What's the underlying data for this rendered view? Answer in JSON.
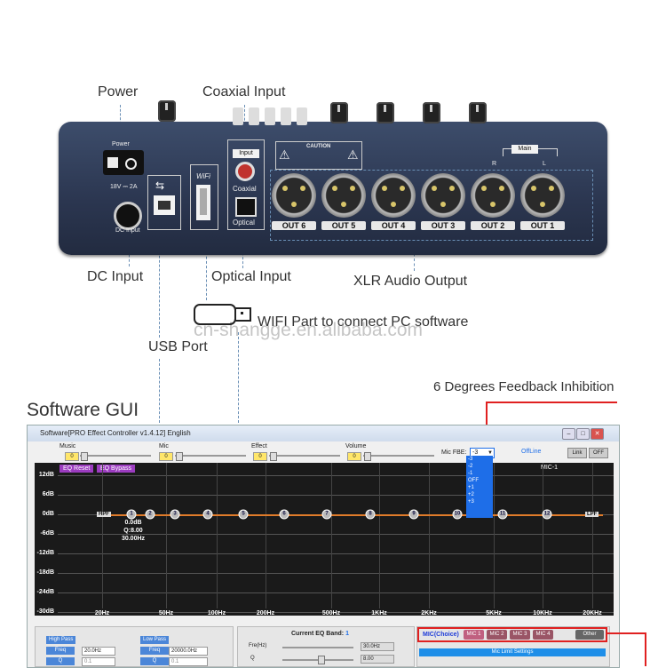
{
  "callouts": {
    "power": "Power",
    "coaxial_input": "Coaxial Input",
    "dc_input": "DC Input",
    "optical_input": "Optical Input",
    "xlr_output": "XLR Audio Output",
    "wifi_note": "WIFI Part to connect PC software",
    "usb_port": "USB Port",
    "watermark": "cn-shangge.en.alibaba.com",
    "feedback": "6 Degrees Feedback Inhibition",
    "software_gui": "Software GUI"
  },
  "panel": {
    "power": "Power",
    "dc_rating": "18V ⎓ 2A",
    "dc_input": "DC Input",
    "wifi": "WiFi",
    "input": "Input",
    "coaxial": "Coaxial",
    "optical": "Optical",
    "caution": "CAUTION",
    "main": "Main",
    "r": "R",
    "l": "L",
    "outputs": [
      "OUT 6",
      "OUT 5",
      "OUT 4",
      "OUT 3",
      "OUT 2",
      "OUT 1"
    ]
  },
  "software": {
    "title": "Software[PRO Effect Controller v1.4.12] English",
    "sliders": [
      {
        "label": "Music",
        "value": "0"
      },
      {
        "label": "Mic",
        "value": "0"
      },
      {
        "label": "Effect",
        "value": "0"
      },
      {
        "label": "Volume",
        "value": "0"
      }
    ],
    "mic_fbe_label": "Mic FBE:",
    "mic_fbe_value": "-3",
    "offline": "OffLine",
    "link": "Link",
    "off": "OFF",
    "eq_reset": "EQ Reset",
    "eq_bypass": "EQ Bypass",
    "channel": "MIC-1",
    "y_labels": [
      "12dB",
      "6dB",
      "0dB",
      "-6dB",
      "-12dB",
      "-18dB",
      "-24dB",
      "-30dB"
    ],
    "x_labels": [
      "20Hz",
      "50Hz",
      "100Hz",
      "200Hz",
      "500Hz",
      "1KHz",
      "2KHz",
      "5KHz",
      "10KHz",
      "20KHz"
    ],
    "hpf": "HPF",
    "lpf": "LPF",
    "band_numbers": [
      "1",
      "2",
      "3",
      "4",
      "5",
      "6",
      "7",
      "8",
      "9",
      "10",
      "11",
      "12"
    ],
    "band_info": [
      "0.0dB",
      "Q:8.00",
      "30.00Hz"
    ],
    "fbe_options": [
      "-3",
      "-2",
      "-1",
      "OFF",
      "+1",
      "+2",
      "+3"
    ],
    "high_pass": "High Pass",
    "low_pass": "Low Pass",
    "freq": "Freq",
    "q": "Q",
    "hp_freq": "20.0Hz",
    "lp_freq": "20000.0Hz",
    "hp_q": "0.1",
    "lp_q": "0.1",
    "current_eq_band": "Current EQ Band:",
    "current_eq_band_num": "1",
    "fre_hz": "Fre(Hz)",
    "fre_value": "30.0Hz",
    "q_value": "8.00",
    "mic_choice": "MIC(Choice)",
    "mic_buttons": [
      "MIC 1",
      "MIC 2",
      "MIC 3",
      "MIC 4"
    ],
    "other": "Other",
    "mic_limit": "Mic Limit Settings"
  }
}
